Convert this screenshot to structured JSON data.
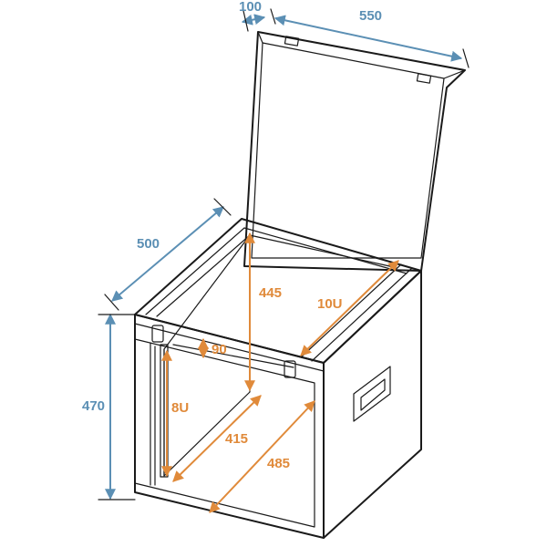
{
  "dimensions": {
    "lid_depth": "100",
    "width": "550",
    "depth": "500",
    "height": "470",
    "inner_height": "445",
    "rack_units_top": "10U",
    "rack_units_front": "8U",
    "offset": "90",
    "inner_width": "415",
    "inner_depth": "485"
  },
  "colors": {
    "outer_dimension": "#5b8fb4",
    "inner_dimension": "#e08a3a",
    "line": "#1a1a1a"
  }
}
